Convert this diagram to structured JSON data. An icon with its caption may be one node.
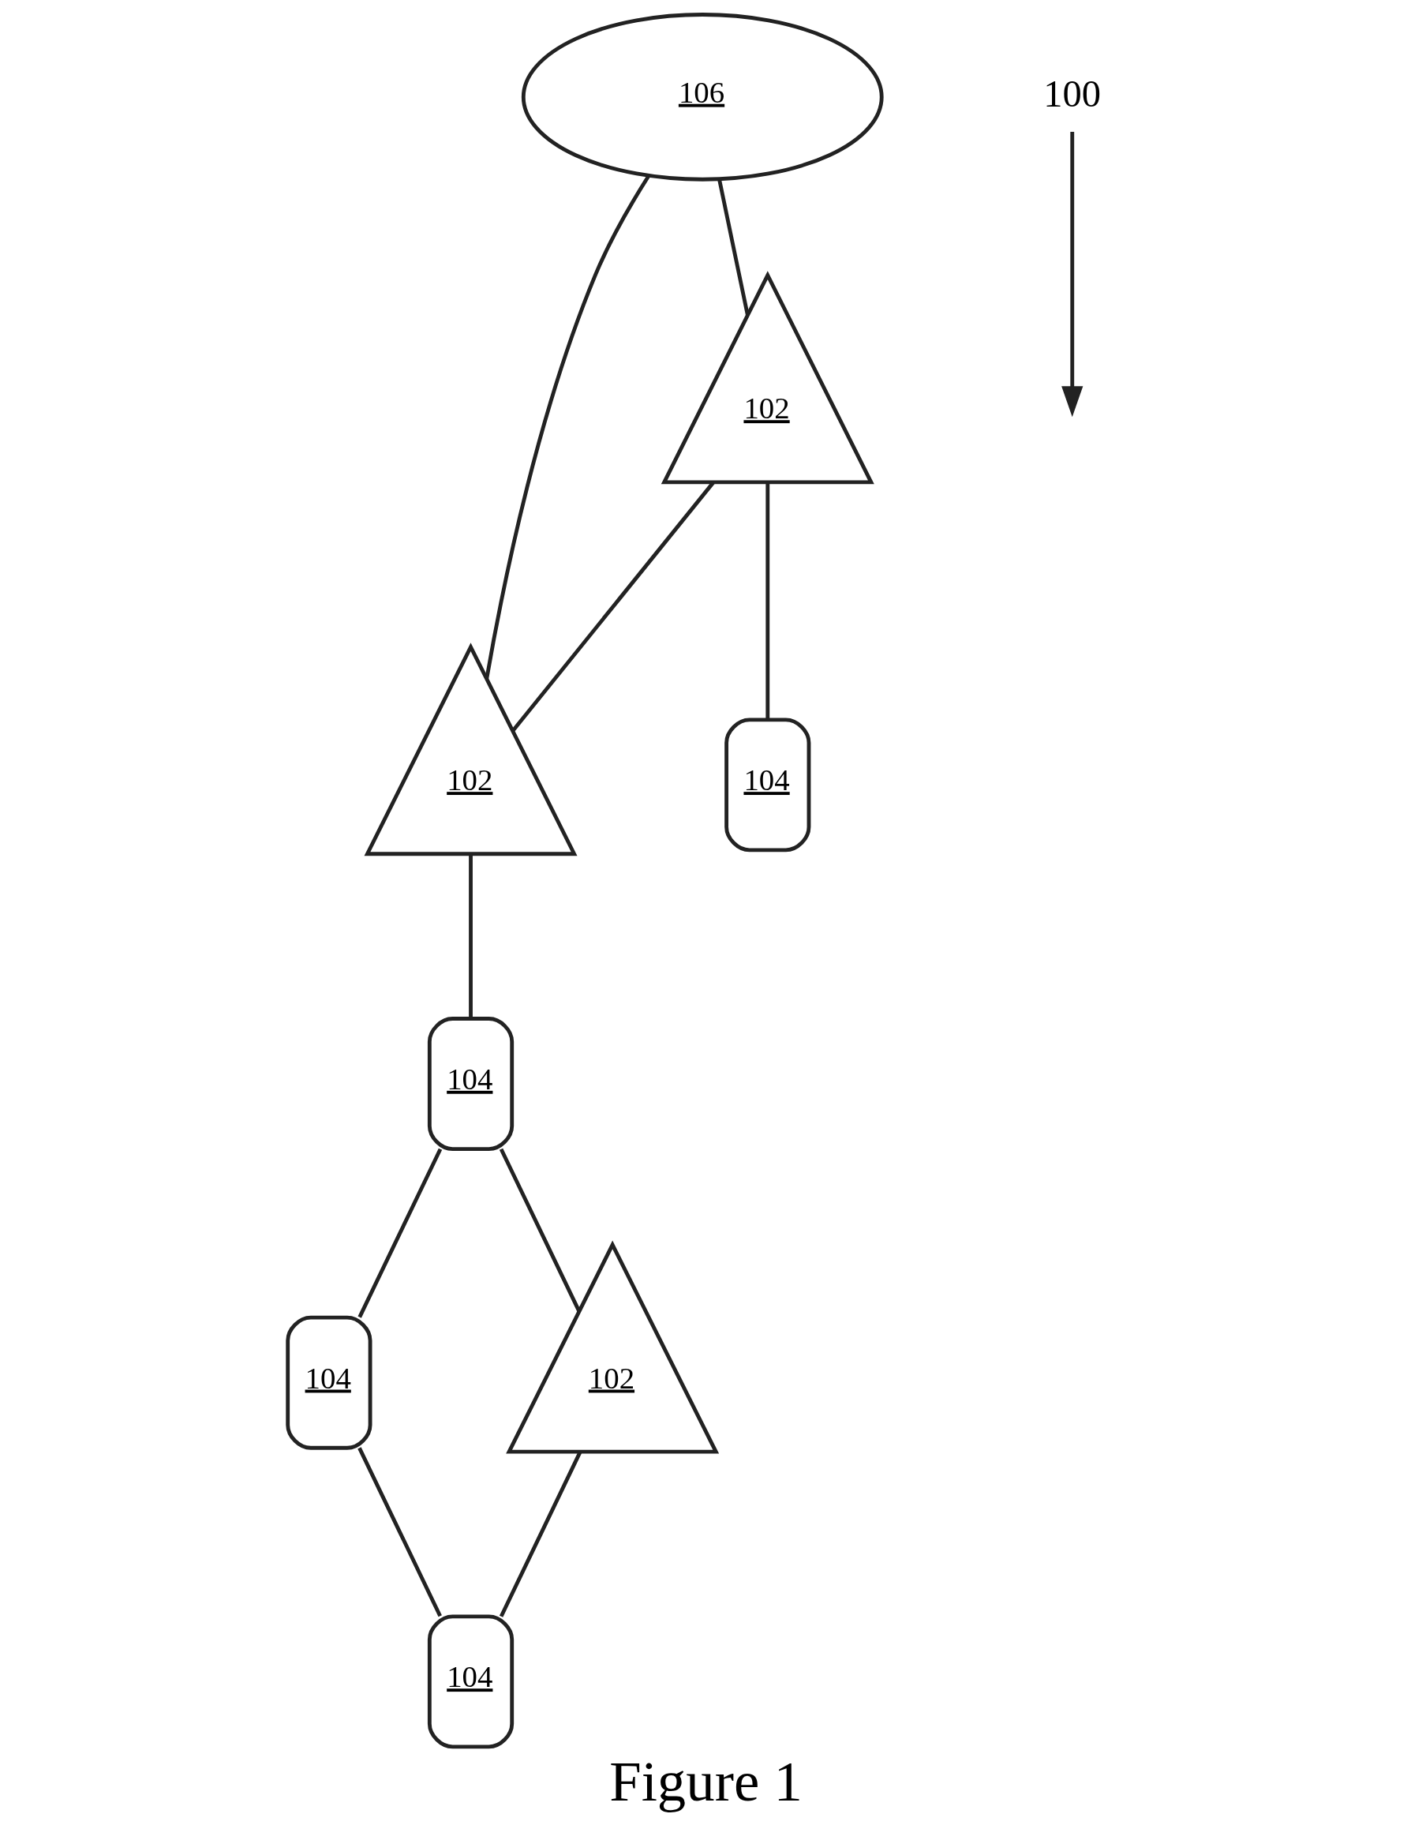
{
  "diagram": {
    "caption": "Figure 1",
    "nodes": [
      {
        "text": [
          "100"
        ]
      },
      {
        "text": [
          "106"
        ]
      },
      {
        "text": [
          "102"
        ]
      },
      {
        "text": [
          "102"
        ]
      },
      {
        "text": [
          "104"
        ]
      },
      {
        "text": [
          "104"
        ]
      },
      {
        "text": [
          "102"
        ]
      },
      {
        "text": [
          "104"
        ]
      },
      {
        "text": [
          "104"
        ]
      }
    ],
    "edges": [
      {
        "from": 0,
        "to": null,
        "arrow": "to"
      },
      {
        "from": 1,
        "to": 2,
        "arrow": "none"
      },
      {
        "from": 1,
        "to": 3,
        "arrow": "none"
      },
      {
        "from": 2,
        "to": 3,
        "arrow": "none"
      },
      {
        "from": 2,
        "to": 4,
        "arrow": "none"
      },
      {
        "from": 3,
        "to": 5,
        "arrow": "none"
      },
      {
        "from": 5,
        "to": 6,
        "arrow": "none"
      },
      {
        "from": 5,
        "to": 7,
        "arrow": "none"
      },
      {
        "from": 7,
        "to": 8,
        "arrow": "none"
      },
      {
        "from": 6,
        "to": 8,
        "arrow": "none"
      }
    ]
  }
}
